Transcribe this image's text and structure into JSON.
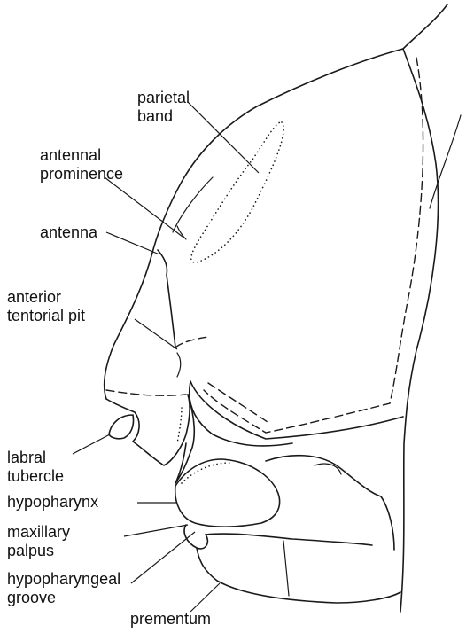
{
  "labels": {
    "parietal_band": [
      "parietal",
      "band"
    ],
    "antennal_prominence": [
      "antennal",
      "prominence"
    ],
    "antenna": [
      "antenna"
    ],
    "anterior_tentorial_pit": [
      "anterior",
      "tentorial pit"
    ],
    "labral_tubercle": [
      "labral",
      "tubercle"
    ],
    "hypopharynx": [
      "hypopharynx"
    ],
    "maxillary_palpus": [
      "maxillary",
      "palpus"
    ],
    "hypopharyngeal_groove": [
      "hypopharyngeal",
      "groove"
    ],
    "prementum": [
      "prementum"
    ]
  }
}
